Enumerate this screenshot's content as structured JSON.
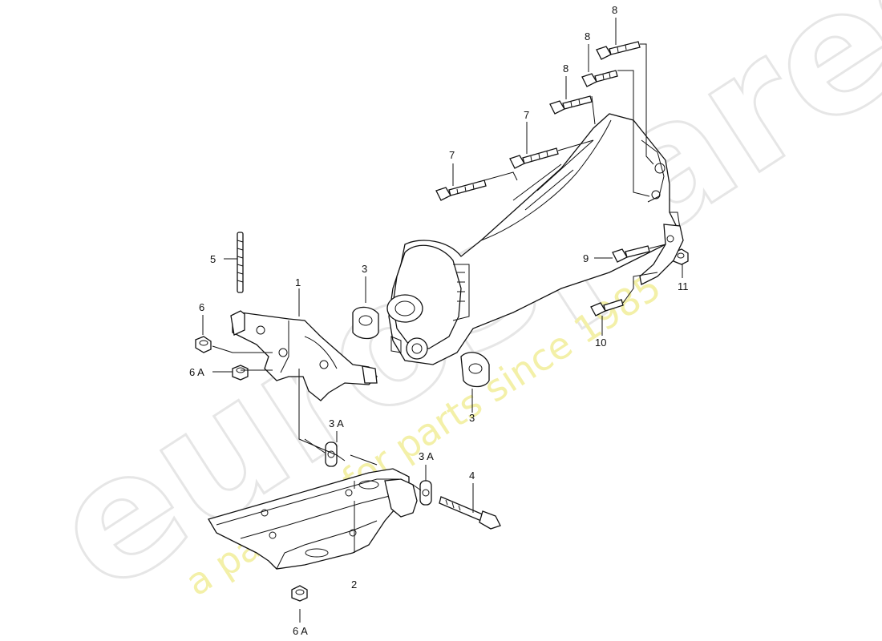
{
  "watermark": {
    "brand": "eurospares",
    "tagline": "a passion for parts since 1985"
  },
  "callouts": {
    "c1": "1",
    "c2": "2",
    "c3_top": "3",
    "c3_bottom": "3",
    "c3a_left": "3 A",
    "c3a_right": "3 A",
    "c4": "4",
    "c5": "5",
    "c6": "6",
    "c6a_left": "6 A",
    "c6a_bottom": "6 A",
    "c7_left": "7",
    "c7_right": "7",
    "c8_left": "8",
    "c8_mid": "8",
    "c8_right": "8",
    "c9": "9",
    "c10": "10",
    "c11": "11"
  },
  "colors": {
    "line": "#111111",
    "watermark_outline": "#e6e6e6",
    "watermark_tagline": "#f3f0a8"
  }
}
